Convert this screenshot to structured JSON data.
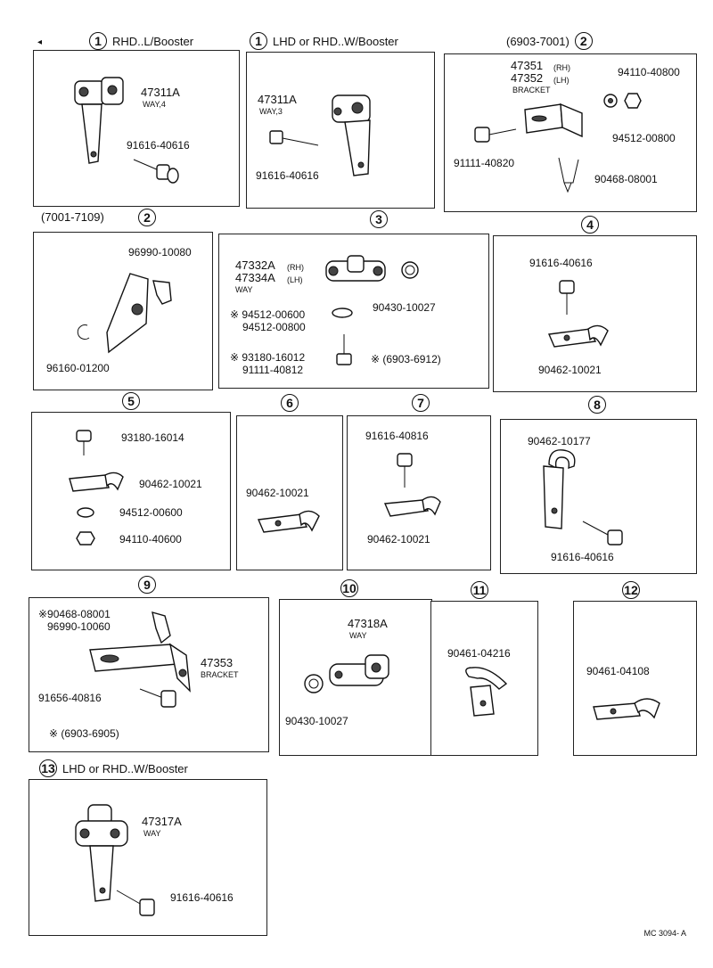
{
  "sections": {
    "s1a": {
      "num": "1",
      "title": "RHD..L/Booster",
      "labels": [
        "47311A",
        "WAY,4",
        "91616-40616"
      ]
    },
    "s1b": {
      "num": "1",
      "title": "LHD  or  RHD..W/Booster",
      "labels": [
        "47311A",
        "WAY,3",
        "91616-40616"
      ]
    },
    "s2a": {
      "num": "2",
      "title": "(6903-7001)",
      "labels": [
        "47351",
        "(RH)",
        "47352",
        "(LH)",
        "BRACKET",
        "94110-40800",
        "94512-00800",
        "91111-40820",
        "90468-08001"
      ]
    },
    "s2b": {
      "num": "2",
      "title": "(7001-7109)",
      "labels": [
        "96990-10080",
        "96160-01200"
      ]
    },
    "s3": {
      "num": "3",
      "labels": [
        "47332A",
        "(RH)",
        "47334A",
        "(LH)",
        "WAY",
        "90430-10027",
        "※ 94512-00600",
        "94512-00800",
        "※ 93180-16012",
        "91111-40812",
        "※  (6903-6912)"
      ]
    },
    "s4": {
      "num": "4",
      "labels": [
        "91616-40616",
        "90462-10021"
      ]
    },
    "s5": {
      "num": "5",
      "labels": [
        "93180-16014",
        "90462-10021",
        "94512-00600",
        "94110-40600"
      ]
    },
    "s6": {
      "num": "6",
      "labels": [
        "90462-10021"
      ]
    },
    "s7": {
      "num": "7",
      "labels": [
        "91616-40816",
        "90462-10021"
      ]
    },
    "s8": {
      "num": "8",
      "labels": [
        "90462-10177",
        "91616-40616"
      ]
    },
    "s9": {
      "num": "9",
      "labels": [
        "※90468-08001",
        "96990-10060",
        "47353",
        "BRACKET",
        "91656-40816",
        "※ (6903-6905)"
      ]
    },
    "s10": {
      "num": "10",
      "labels": [
        "47318A",
        "WAY",
        "90430-10027"
      ]
    },
    "s11": {
      "num": "11",
      "labels": [
        "90461-04216"
      ]
    },
    "s12": {
      "num": "12",
      "labels": [
        "90461-04108"
      ]
    },
    "s13": {
      "num": "13",
      "title": "LHD  or  RHD..W/Booster",
      "labels": [
        "47317A",
        "WAY",
        "91616-40616"
      ]
    }
  },
  "footer": {
    "code": "MC 3094- A"
  }
}
